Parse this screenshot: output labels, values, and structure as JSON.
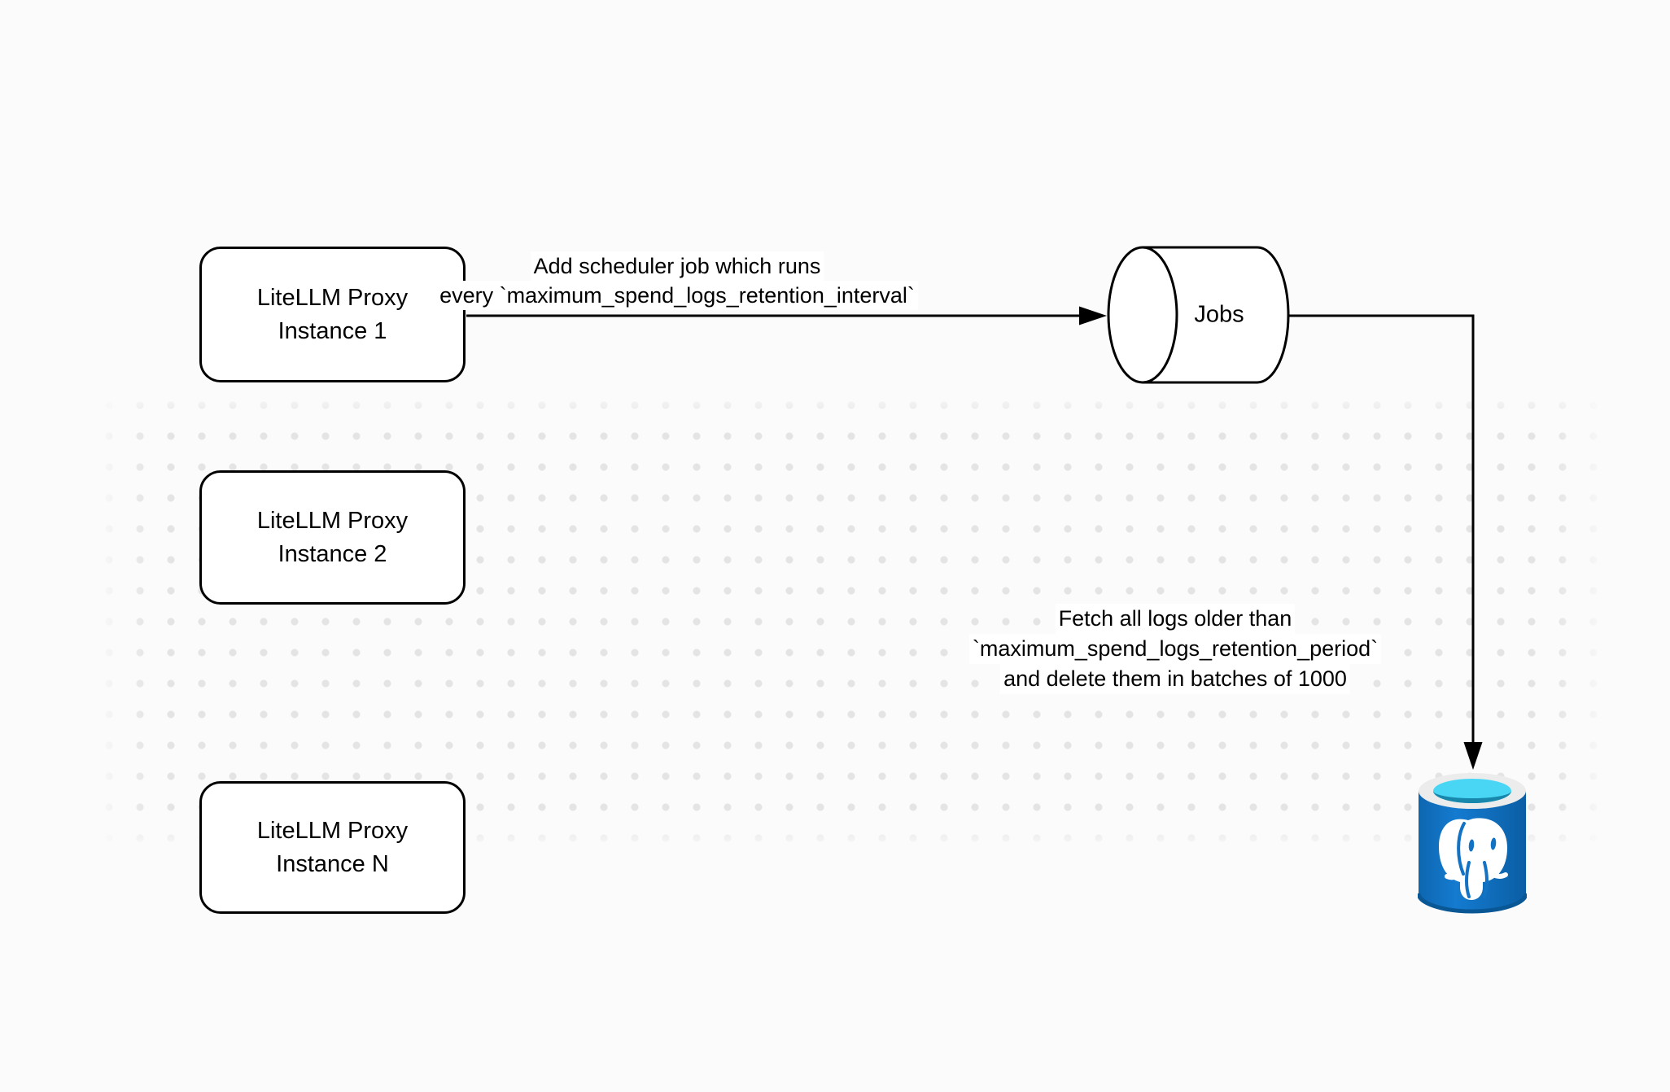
{
  "diagram": {
    "title": "LiteLLM spend-logs cleanup scheduler diagram",
    "nodes": {
      "proxy1": {
        "label": "LiteLLM Proxy\nInstance 1"
      },
      "proxy2": {
        "label": "LiteLLM Proxy\nInstance 2"
      },
      "proxyN": {
        "label": "LiteLLM Proxy\nInstance N"
      },
      "jobs": {
        "label": "Jobs",
        "shape": "horizontal-cylinder"
      }
    },
    "edges": {
      "schedule": {
        "from": "proxy1",
        "to": "jobs",
        "lines": [
          "Add scheduler job which runs",
          "every `maximum_spend_logs_retention_interval`"
        ]
      },
      "cleanup": {
        "from": "jobs",
        "to": "postgres-database",
        "lines": [
          "Fetch all logs older than",
          "`maximum_spend_logs_retention_period`",
          "and delete them in batches of 1000"
        ]
      }
    },
    "icons": {
      "postgres": "postgresql-database-icon"
    },
    "colors": {
      "background": "#fbfbfb",
      "grid_dot": "#e4e4e4",
      "shape_stroke": "#000000",
      "shape_fill": "#ffffff",
      "postgres_body": "#0f6fc0",
      "postgres_body_light": "#1b7cd4",
      "postgres_body_dark": "#0b5ea4",
      "postgres_ring": "#ececec",
      "postgres_water_light": "#49d6f5",
      "postgres_water_dark": "#1787ac",
      "postgres_elephant": "#ffffff"
    }
  }
}
